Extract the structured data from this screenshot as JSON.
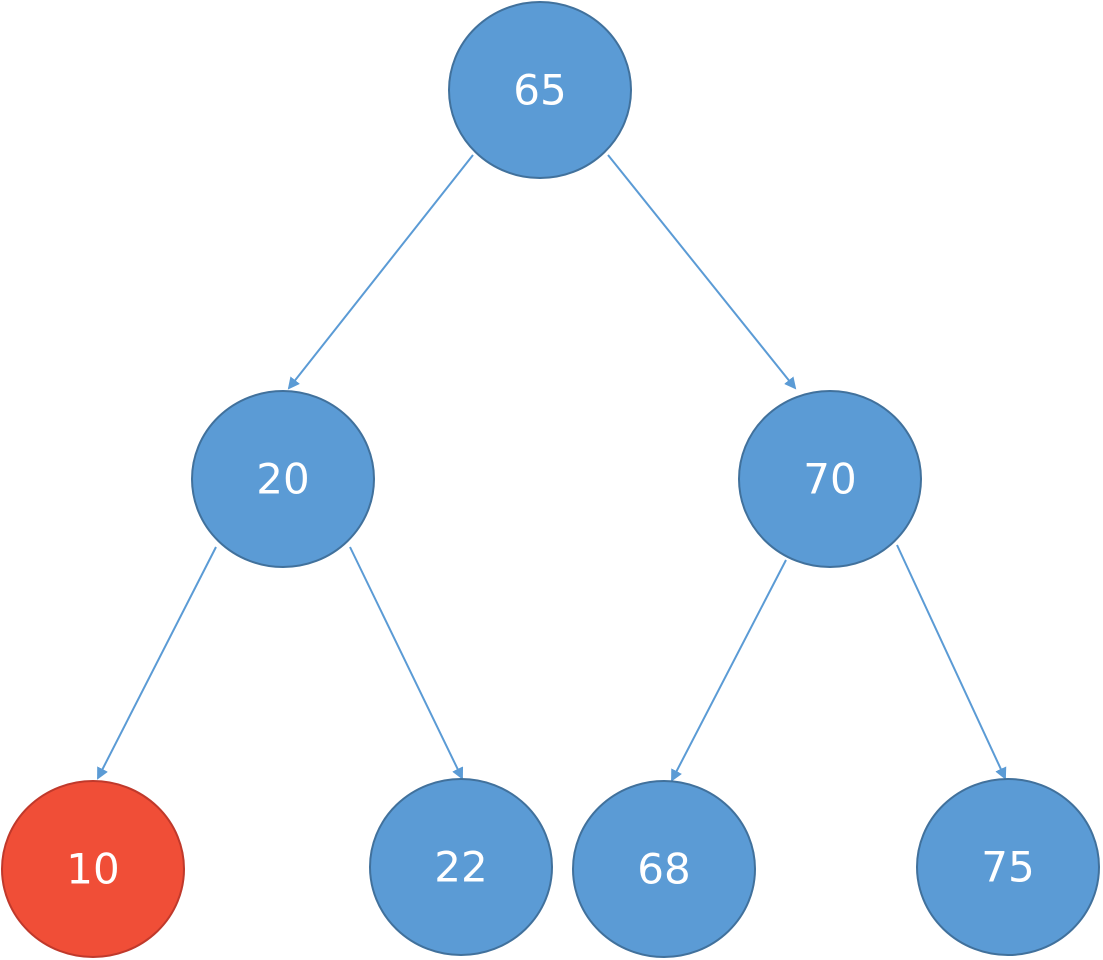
{
  "colors": {
    "node_fill": "#5b9bd5",
    "node_stroke": "#41719c",
    "highlight_fill": "#f04e37",
    "highlight_stroke": "#c0392b",
    "edge": "#5b9bd5",
    "label": "#ffffff"
  },
  "tree": {
    "root": {
      "label": "65",
      "left": {
        "label": "20",
        "left": {
          "label": "10",
          "highlighted": true
        },
        "right": {
          "label": "22",
          "highlighted": false
        }
      },
      "right": {
        "label": "70",
        "left": {
          "label": "68",
          "highlighted": false
        },
        "right": {
          "label": "75",
          "highlighted": false
        }
      }
    }
  }
}
